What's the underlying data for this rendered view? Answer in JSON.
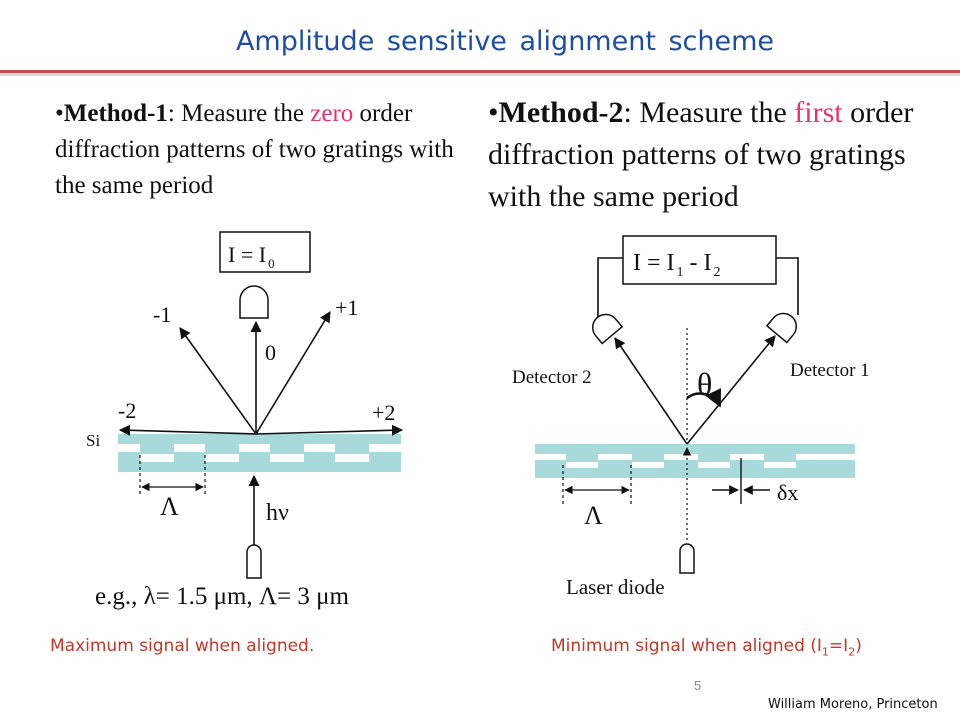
{
  "slide": {
    "title": "Amplitude sensitive alignment scheme",
    "page_number": "5",
    "credit": "William Moreno, Princeton"
  },
  "method1": {
    "bullet": "•",
    "label": "Method-1",
    "colon": ":",
    "text_pre": " Measure the ",
    "highlight": "zero",
    "text_post": " order diffraction patterns of two gratings with the same period",
    "formula": "I = I",
    "formula_sub": "0",
    "orders": {
      "m1": "-1",
      "p1": "+1",
      "zero": "0",
      "m2": "-2",
      "p2": "+2"
    },
    "material": "Si",
    "period_symbol": "Λ",
    "source_label": "hν",
    "example": "e.g., λ= 1.5 μm, Λ= 3 μm",
    "caption": "Maximum signal when aligned."
  },
  "method2": {
    "bullet": "•",
    "label": "Method-2",
    "colon": ":",
    "text_pre": " Measure the ",
    "highlight": "first",
    "text_post": " order diffraction patterns of two gratings with the same period",
    "formula": "I = I",
    "formula_sub1": "1",
    "formula_mid": " - I",
    "formula_sub2": "2",
    "detector_left": "Detector 2",
    "detector_right": "Detector 1",
    "angle_symbol": "θ",
    "period_symbol": "Λ",
    "shift_label": "δx",
    "source_label": "Laser diode",
    "caption_pre": "Minimum signal when aligned (I",
    "caption_sub1": "1",
    "caption_mid": "=I",
    "caption_sub2": "2",
    "caption_post": ")"
  },
  "colors": {
    "title": "#1f4e9c",
    "accent_rule": "#c0504d",
    "highlight": "#e8336f",
    "caption": "#c0392b",
    "grating": "#a8dadc"
  }
}
